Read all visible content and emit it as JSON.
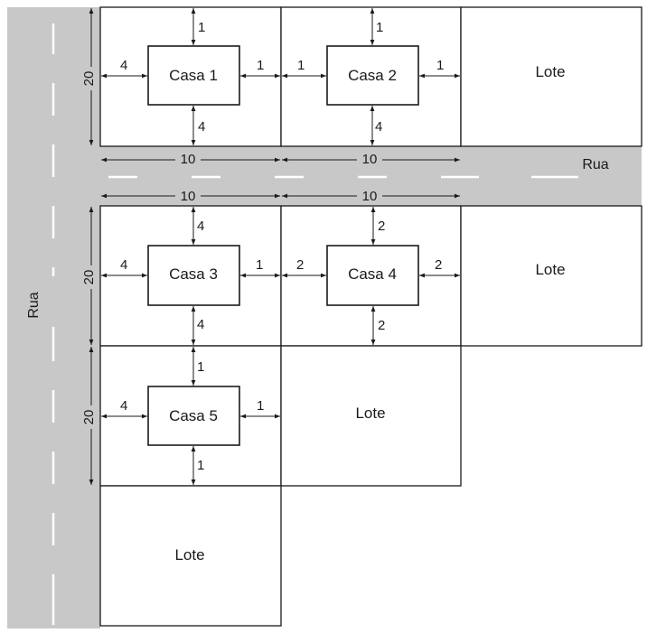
{
  "roads": {
    "vertical_label": "Rua",
    "horizontal_label": "Rua",
    "color": "#c8c8c8"
  },
  "lot_label": "Lote",
  "houses": [
    {
      "label": "Casa 1",
      "top": "1",
      "left": "4",
      "right": "1",
      "bottom": "4"
    },
    {
      "label": "Casa 2",
      "top": "1",
      "left": "1",
      "right": "1",
      "bottom": "4"
    },
    {
      "label": "Casa 3",
      "top": "4",
      "left": "4",
      "right": "1",
      "bottom": "4"
    },
    {
      "label": "Casa 4",
      "top": "2",
      "left": "2",
      "right": "2",
      "bottom": "2"
    },
    {
      "label": "Casa 5",
      "top": "1",
      "left": "4",
      "right": "1",
      "bottom": "1"
    }
  ],
  "dimensions": {
    "lot_width": "10",
    "lot_depth": "20"
  }
}
